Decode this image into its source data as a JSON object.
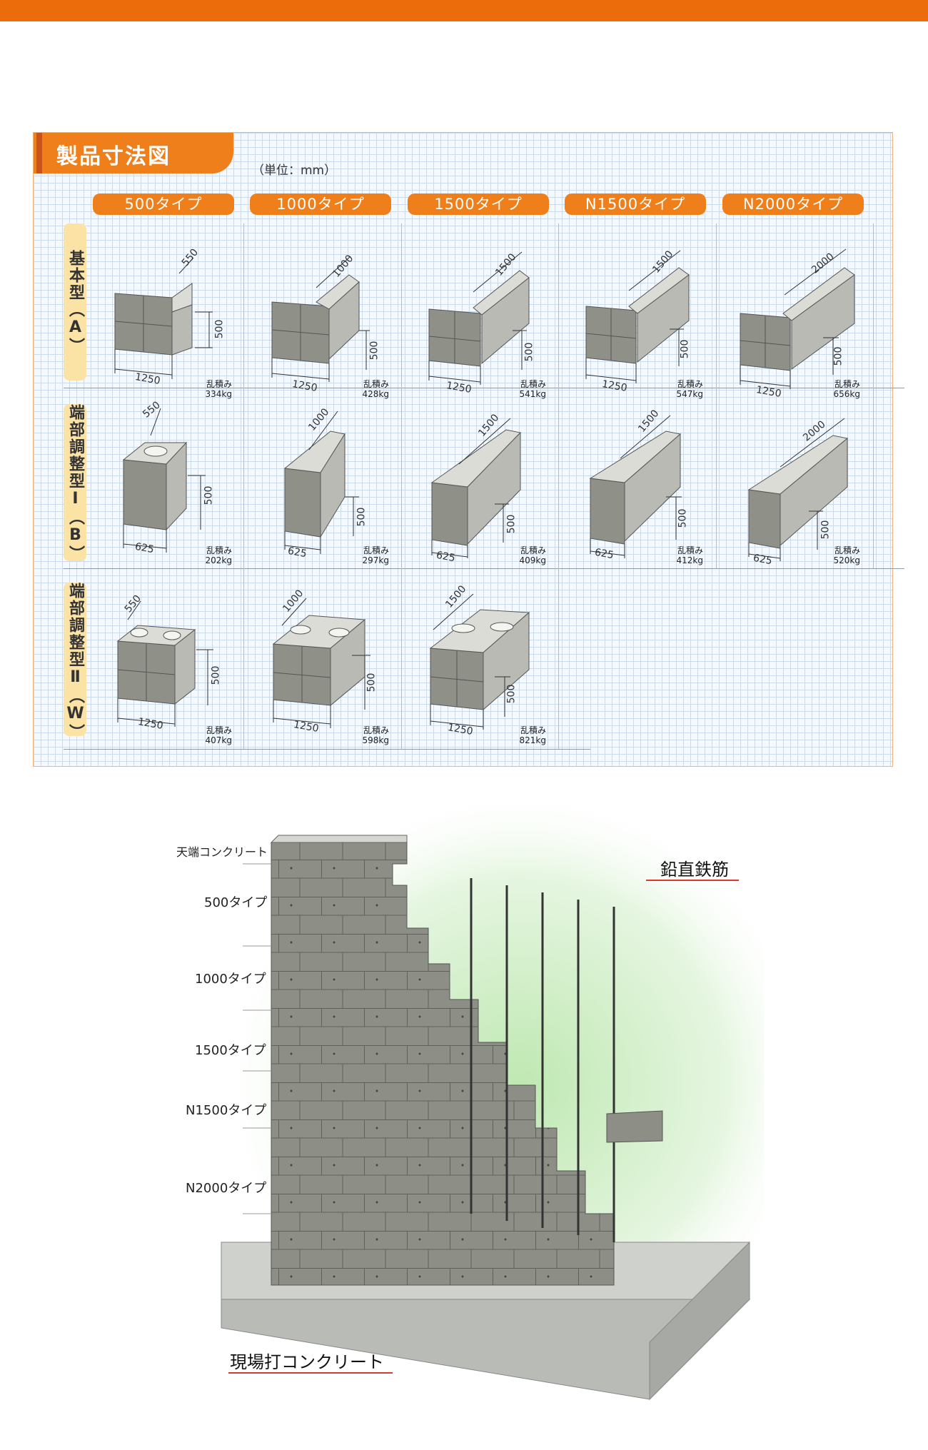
{
  "panel": {
    "title": "製品寸法図",
    "unit": "（単位：mm）",
    "types": [
      "500タイプ",
      "1000タイプ",
      "1500タイプ",
      "N1500タイプ",
      "N2000タイプ"
    ],
    "rows": [
      {
        "label": "基本型（A）",
        "cells": [
          {
            "len": "550",
            "w": "1250",
            "h": "500",
            "weight_label": "乱積み",
            "weight": "334kg"
          },
          {
            "len": "1000",
            "w": "1250",
            "h": "500",
            "weight_label": "乱積み",
            "weight": "428kg"
          },
          {
            "len": "1500",
            "w": "1250",
            "h": "500",
            "weight_label": "乱積み",
            "weight": "541kg"
          },
          {
            "len": "1500",
            "w": "1250",
            "h": "500",
            "weight_label": "乱積み",
            "weight": "547kg"
          },
          {
            "len": "2000",
            "w": "1250",
            "h": "500",
            "weight_label": "乱積み",
            "weight": "656kg"
          }
        ]
      },
      {
        "label": "端部調整型Ⅰ（B）",
        "cells": [
          {
            "len": "550",
            "w": "625",
            "h": "500",
            "weight_label": "乱積み",
            "weight": "202kg"
          },
          {
            "len": "1000",
            "w": "625",
            "h": "500",
            "weight_label": "乱積み",
            "weight": "297kg"
          },
          {
            "len": "1500",
            "w": "625",
            "h": "500",
            "weight_label": "乱積み",
            "weight": "409kg"
          },
          {
            "len": "1500",
            "w": "625",
            "h": "500",
            "weight_label": "乱積み",
            "weight": "412kg"
          },
          {
            "len": "2000",
            "w": "625",
            "h": "500",
            "weight_label": "乱積み",
            "weight": "520kg"
          }
        ]
      },
      {
        "label": "端部調整型Ⅱ（W）",
        "cells": [
          {
            "len": "550",
            "w": "1250",
            "h": "500",
            "weight_label": "乱積み",
            "weight": "407kg"
          },
          {
            "len": "1000",
            "w": "1250",
            "h": "500",
            "weight_label": "乱積み",
            "weight": "598kg"
          },
          {
            "len": "1500",
            "w": "1250",
            "h": "500",
            "weight_label": "乱積み",
            "weight": "821kg"
          }
        ]
      }
    ]
  },
  "diagram": {
    "left_labels": [
      "天端コンクリート",
      "500タイプ",
      "1000タイプ",
      "1500タイプ",
      "N1500タイプ",
      "N2000タイプ"
    ],
    "rebar_label": "鉛直鉄筋",
    "concrete_label": "現場打コンクリート"
  },
  "colors": {
    "accent": "#ec6c0b",
    "pill": "#ef7f1a",
    "row_pill": "#fbe3a6",
    "callout": "#d93a2b"
  }
}
